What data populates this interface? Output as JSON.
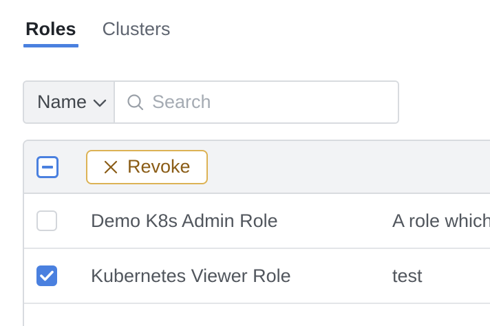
{
  "tabs": [
    {
      "label": "Roles",
      "active": true
    },
    {
      "label": "Clusters",
      "active": false
    }
  ],
  "filter": {
    "field_selector": {
      "label": "Name"
    },
    "search": {
      "placeholder": "Search",
      "value": ""
    }
  },
  "table": {
    "toolbar": {
      "revoke_label": "Revoke",
      "select_all_state": "indeterminate"
    },
    "rows": [
      {
        "name": "Demo K8s Admin Role",
        "description": "A role which",
        "checked": false
      },
      {
        "name": "Kubernetes Viewer Role",
        "description": "test",
        "checked": true
      }
    ]
  },
  "colors": {
    "accent_blue": "#4a80df",
    "tab_active_text": "#1f2329",
    "tab_inactive_text": "#5f6570",
    "table_text": "#51565d",
    "table_header_bg": "#f2f3f5",
    "border_grey": "#d8dbdf",
    "revoke_border": "#dcb254",
    "revoke_text": "#8a5c16",
    "placeholder_grey": "#a5abb3"
  }
}
